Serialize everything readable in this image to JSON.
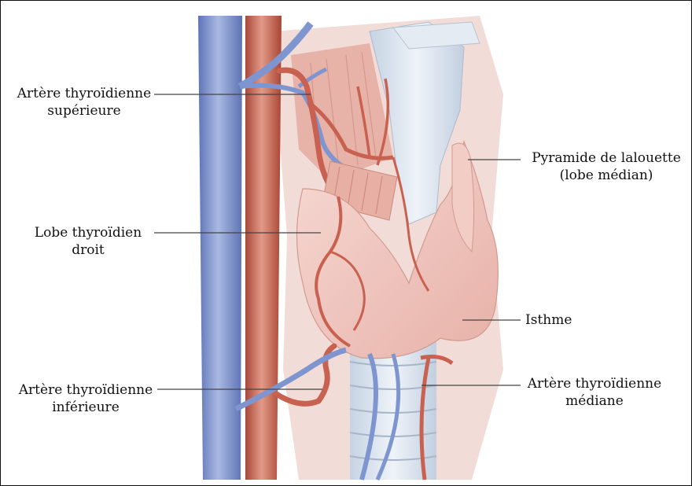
{
  "labels": {
    "sup_thyroid_artery": {
      "line1": "Artère thyroïdienne",
      "line2": "supérieure"
    },
    "right_lobe": {
      "line1": "Lobe thyroïdien",
      "line2": "droit"
    },
    "inf_thyroid_artery": {
      "line1": "Artère thyroïdienne",
      "line2": "inférieure"
    },
    "pyramid": {
      "line1": "Pyramide de lalouette",
      "line2": "(lobe médian)"
    },
    "isthmus": {
      "line1": "Isthme"
    },
    "median_artery": {
      "line1": "Artère thyroïdienne",
      "line2": "médiane"
    }
  },
  "colors": {
    "vein": "#7f95cf",
    "artery": "#c8614f",
    "gland": "#efc4bd",
    "cartilage": "#d9e3ee",
    "muscle": "#e9b7ad"
  }
}
